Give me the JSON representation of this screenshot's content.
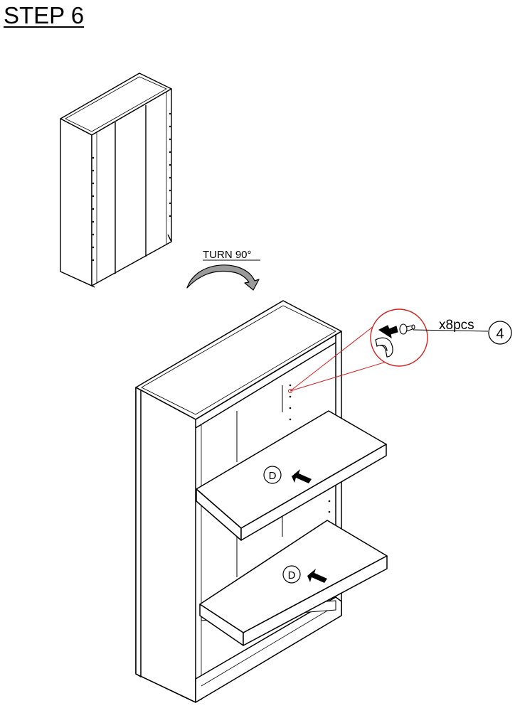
{
  "step": {
    "title": "STEP 6"
  },
  "instruction": {
    "rotate_label": "TURN 90°"
  },
  "hardware": {
    "quantity_label": "x8pcs",
    "part_number": "4"
  },
  "shelves": [
    {
      "part_letter": "D"
    },
    {
      "part_letter": "D"
    }
  ],
  "colors": {
    "line": "#000000",
    "callout": "#d42020",
    "paper": "#ffffff"
  }
}
